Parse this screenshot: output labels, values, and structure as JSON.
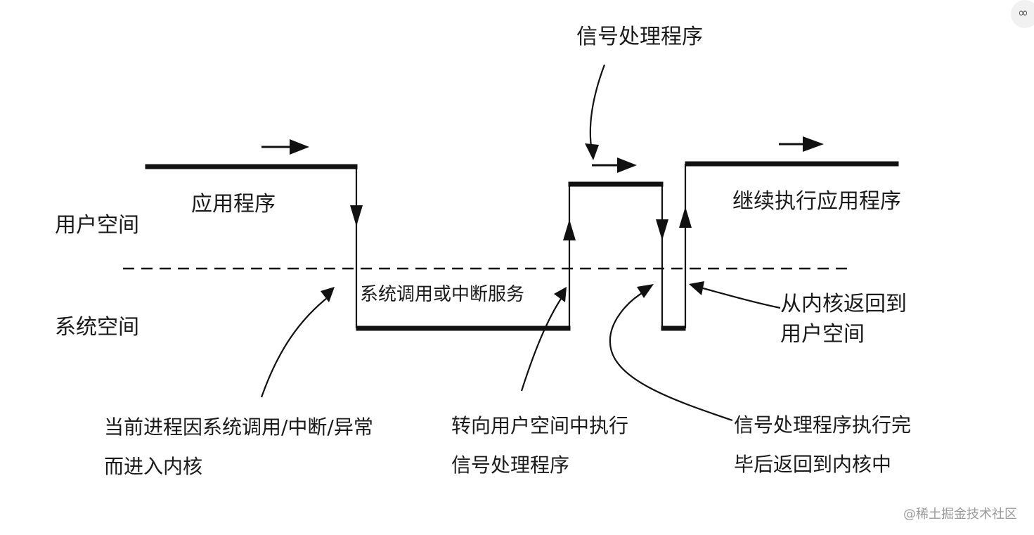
{
  "labels": {
    "signal_handler_top": "信号处理程序",
    "application": "应用程序",
    "user_space": "用户空间",
    "system_space": "系统空间",
    "syscall_service": "系统调用或中断服务",
    "continue_app": "继续执行应用程序",
    "return_line1": "从内核返回到",
    "return_line2": "用户空间",
    "enter_kernel_line1": "当前进程因系统调用/中断/异常",
    "enter_kernel_line2": "而进入内核",
    "to_user_line1": "转向用户空间中执行",
    "to_user_line2": "信号处理程序",
    "handler_done_line1": "信号处理程序执行完",
    "handler_done_line2": "毕后返回到内核中"
  },
  "watermark": "@稀土掘金技术社区",
  "icons": {
    "corner": "link-icon",
    "arrow": "arrowhead-icon"
  },
  "colors": {
    "line": "#111111",
    "text": "#1a1a1a",
    "watermark": "#9a9a9a"
  }
}
